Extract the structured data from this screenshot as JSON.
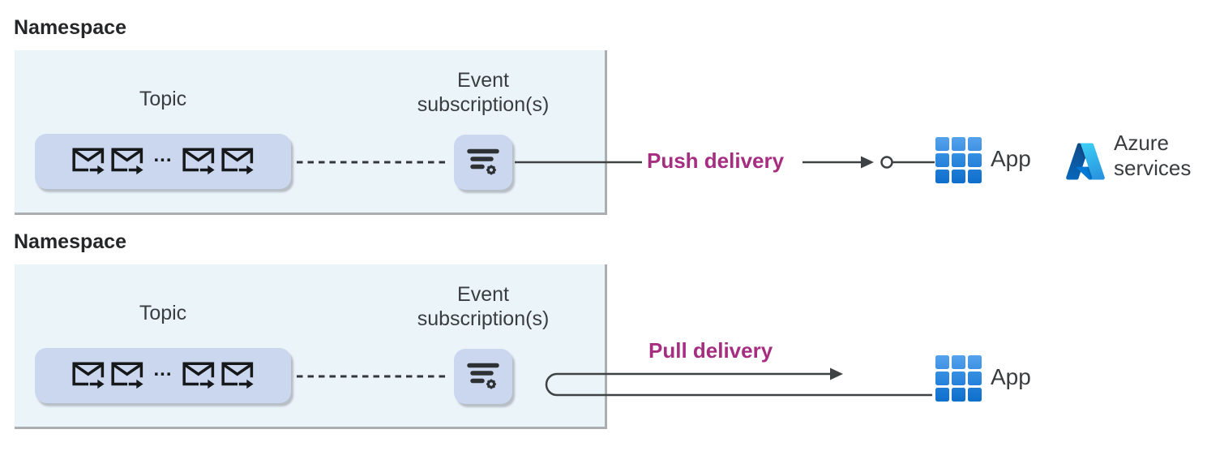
{
  "diagram": {
    "sections": [
      {
        "title": "Namespace",
        "topic_label": "Topic",
        "topic_ellipsis": "...",
        "subscription_label": "Event subscription(s)",
        "delivery_label": "Push delivery",
        "app_label": "App",
        "azure_services_label": "Azure services"
      },
      {
        "title": "Namespace",
        "topic_label": "Topic",
        "topic_ellipsis": "...",
        "subscription_label": "Event subscription(s)",
        "delivery_label": "Pull delivery",
        "app_label": "App"
      }
    ],
    "colors": {
      "delivery_accent": "#A52E80",
      "namespace_fill": "#EBF4F9",
      "namespace_border": "#ABAEB0",
      "node_fill": "#CBD7EE",
      "connector_line": "#3F4245",
      "app_blue_top": "#56A3EC",
      "app_blue_bottom": "#0E6FCB",
      "azure_cyan": "#3CCBF4",
      "azure_blue": "#0078D4"
    }
  }
}
